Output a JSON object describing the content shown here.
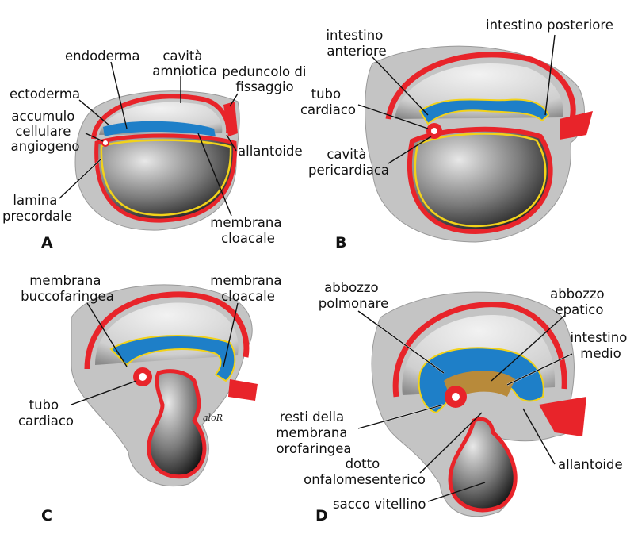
{
  "colors": {
    "outer_gray": "#c8c8c8",
    "ectoderm_red": "#e8242a",
    "endoderm_blue": "#1e7fc8",
    "yolk_yellow": "#f2d21a",
    "cavity_dark": "#1a1a1a",
    "mesoderm_brown": "#b88a3a",
    "white": "#ffffff"
  },
  "panels": {
    "A": {
      "letter": "A",
      "labels": {
        "endoderma": "endoderma",
        "cavita_amniotica": [
          "cavità",
          "amniotica"
        ],
        "peduncolo": [
          "peduncolo di",
          "fissaggio"
        ],
        "ectoderma": "ectoderma",
        "accumulo": [
          "accumulo",
          "cellulare",
          "angiogeno"
        ],
        "allantoide": "allantoide",
        "lamina": [
          "lamina",
          "precordale"
        ],
        "membrana_cloacale": [
          "membrana",
          "cloacale"
        ]
      }
    },
    "B": {
      "letter": "B",
      "labels": {
        "intestino_anteriore": [
          "intestino",
          "anteriore"
        ],
        "intestino_posteriore": "intestino posteriore",
        "tubo_cardiaco": [
          "tubo",
          "cardiaco"
        ],
        "cavita_pericardiaca": [
          "cavità",
          "pericardiaca"
        ]
      }
    },
    "C": {
      "letter": "C",
      "labels": {
        "membrana_buccofaringea": [
          "membrana",
          "buccofaringea"
        ],
        "membrana_cloacale": [
          "membrana",
          "cloacale"
        ],
        "tubo_cardiaco": [
          "tubo",
          "cardiaco"
        ]
      },
      "signature": "aloR"
    },
    "D": {
      "letter": "D",
      "labels": {
        "abbozzo_polmonare": [
          "abbozzo",
          "polmonare"
        ],
        "abbozzo_epatico": [
          "abbozzo",
          "epatico"
        ],
        "intestino_medio": [
          "intestino",
          "medio"
        ],
        "resti": [
          "resti della",
          "membrana",
          "orofaringea"
        ],
        "allantoide": "allantoide",
        "dotto": [
          "dotto",
          "onfalomesenterico"
        ],
        "sacco": "sacco vitellino"
      }
    }
  }
}
